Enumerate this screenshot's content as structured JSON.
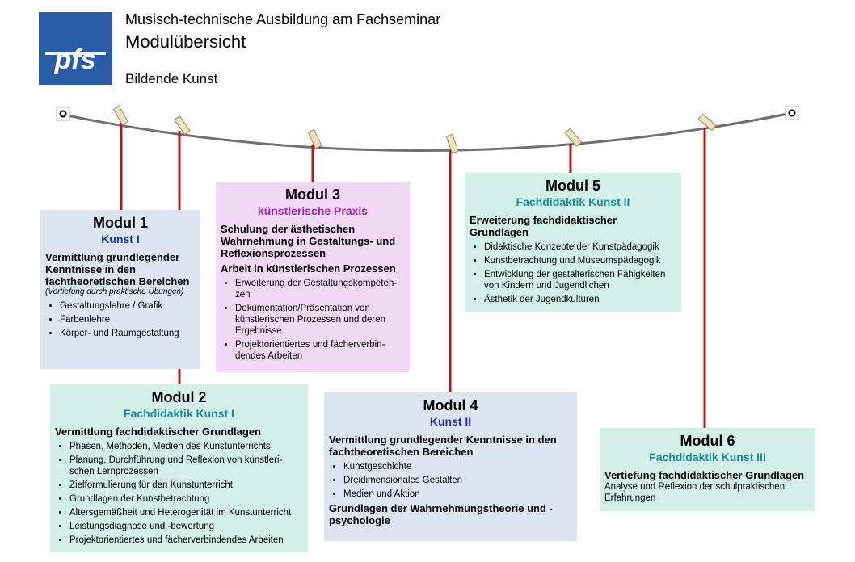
{
  "header": {
    "logo_text": "pfs",
    "line1": "Musisch-technische Ausbildung am Fachseminar",
    "line2": "Modulübersicht",
    "line3": "Bildende Kunst"
  },
  "modules": [
    {
      "title": "Modul 1",
      "subtitle": "Kunst I",
      "heading": "Vermittlung grundlegender Kenntnisse in den fachtheoretischen Bereichen",
      "note": "(Vertiefung durch praktische Übungen)",
      "items": [
        "Gestaltungslehre / Grafik",
        "Farbenlehre",
        "Körper- und Raumgestaltung"
      ]
    },
    {
      "title": "Modul 2",
      "subtitle": "Fachdidaktik Kunst I",
      "heading": "Vermittlung fachdidaktischer Grundlagen",
      "items": [
        "Phasen, Methoden, Medien des Kunstunterrichts",
        "Planung, Durchführung und Reflexion von künstleri-schen Lernprozessen",
        "Zielformulierung für den Kunstunterricht",
        "Grundlagen der Kunstbetrachtung",
        "Altersgemäßheit und Heterogenität im Kunstunterricht",
        "Leistungsdiagnose und -bewertung",
        "Projektorientiertes und fächerverbindendes Arbeiten"
      ]
    },
    {
      "title": "Modul 3",
      "subtitle": "künstlerische Praxis",
      "heading": "Schulung der ästhetischen Wahrnehmung in Gestaltungs- und Reflexionsprozessen",
      "heading2": "Arbeit in künstlerischen Prozessen",
      "items": [
        "Erweiterung der Gestaltungskompeten-zen",
        "Dokumentation/Präsentation von künstlerischen Prozessen und deren Ergebnisse",
        "Projektorientiertes und fächerverbin-dendes Arbeiten"
      ]
    },
    {
      "title": "Modul 4",
      "subtitle": "Kunst II",
      "heading": "Vermittlung grundlegender Kenntnisse in den fachtheoretischen Bereichen",
      "items": [
        "Kunstgeschichte",
        "Dreidimensionales Gestalten",
        "Medien und Aktion"
      ],
      "heading2": "Grundlagen der Wahrnehmungstheorie und -psychologie"
    },
    {
      "title": "Modul 5",
      "subtitle": "Fachdidaktik Kunst II",
      "heading": "Erweiterung fachdidaktischer Grundlagen",
      "items": [
        "Didaktische Konzepte der Kunstpädagogik",
        "Kunstbetrachtung und Museumspädagogik",
        "Entwicklung der gestalterischen Fähigkeiten von Kindern und Jugendlichen",
        "Ästhetik der Jugendkulturen"
      ]
    },
    {
      "title": "Modul 6",
      "subtitle": "Fachdidaktik Kunst III",
      "heading": "Vertiefung fachdidaktischer Grundlagen",
      "text": "Analyse und Reflexion der schulpraktischen Erfahrungen"
    }
  ],
  "colors": {
    "logo": "#2b5ca8",
    "wire": "#707070",
    "string": "#b01818",
    "box_blue": "#dce6f2",
    "box_teal": "#d2f0e8",
    "box_violet": "#f1d9f6"
  }
}
